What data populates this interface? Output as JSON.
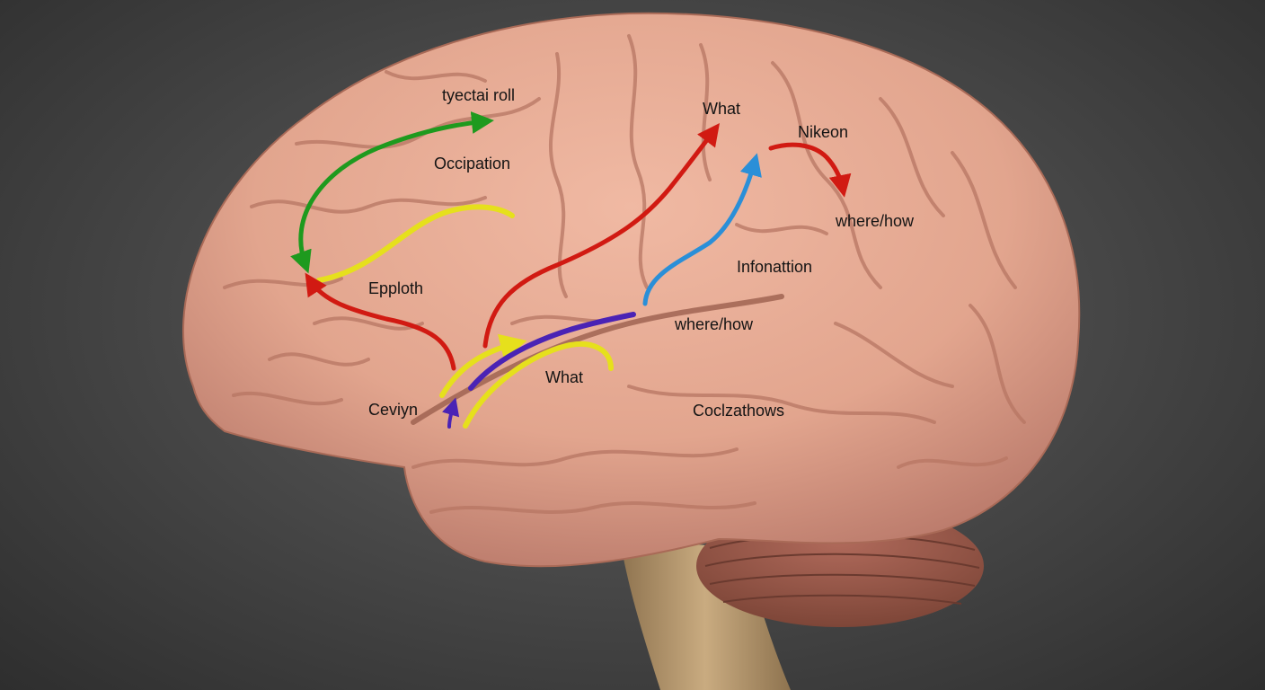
{
  "labels": {
    "top_left": "tyectai roll",
    "occipation": "Occipation",
    "epploth": "Epploth",
    "ceviyn": "Ceviyn",
    "what_top": "What",
    "nikeon": "Nikeon",
    "where_how_top": "where/how",
    "infonattion": "Infonattion",
    "where_how_mid": "where/how",
    "what_mid": "What",
    "cocl_athows": "Coclzathows"
  },
  "colors": {
    "background": "#3d3d3d",
    "brain": "#e2a58e",
    "brain_shadow": "#b87762",
    "cerebellum": "#9a5c4f",
    "brainstem": "#b79a72",
    "green_arrow": "#1e9a1e",
    "yellow_arrow": "#e6e01c",
    "red_arrow": "#d11a12",
    "blue_arrow": "#2a8fd8",
    "purple_arrow": "#4a23b5"
  }
}
